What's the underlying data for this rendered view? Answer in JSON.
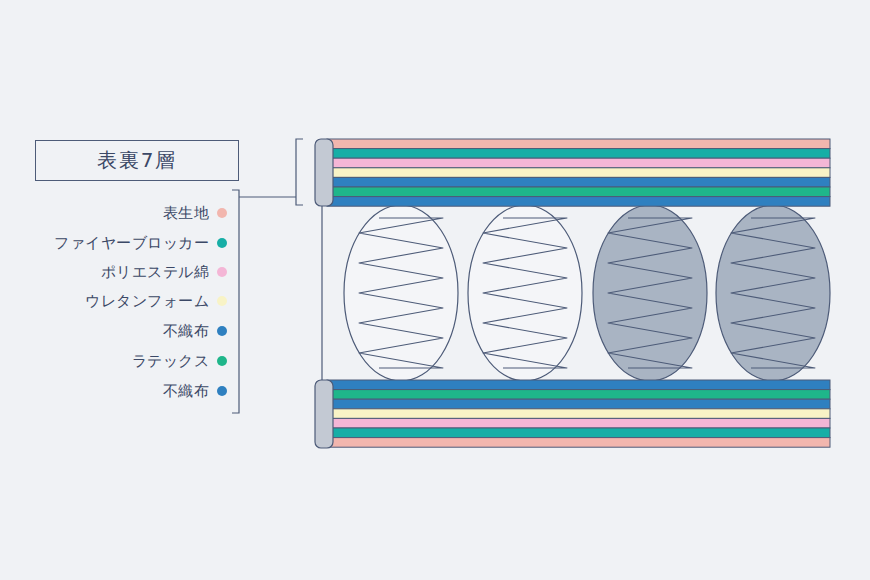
{
  "diagram": {
    "nodes": [
      {
        "text": [
          "表裏7層"
        ]
      }
    ],
    "legend": [
      {
        "text": "表生地",
        "color": "#f2b6ae"
      },
      {
        "text": "ファイヤーブロッカー",
        "color": "#17aea6"
      },
      {
        "text": "ポリエステル綿",
        "color": "#f4b6d6"
      },
      {
        "text": "ウレタンフォーム",
        "color": "#f8f3c6"
      },
      {
        "text": "不織布",
        "color": "#2f80c0"
      },
      {
        "text": "ラテックス",
        "color": "#1fb68a"
      },
      {
        "text": "不織布",
        "color": "#2f80c0"
      }
    ]
  }
}
